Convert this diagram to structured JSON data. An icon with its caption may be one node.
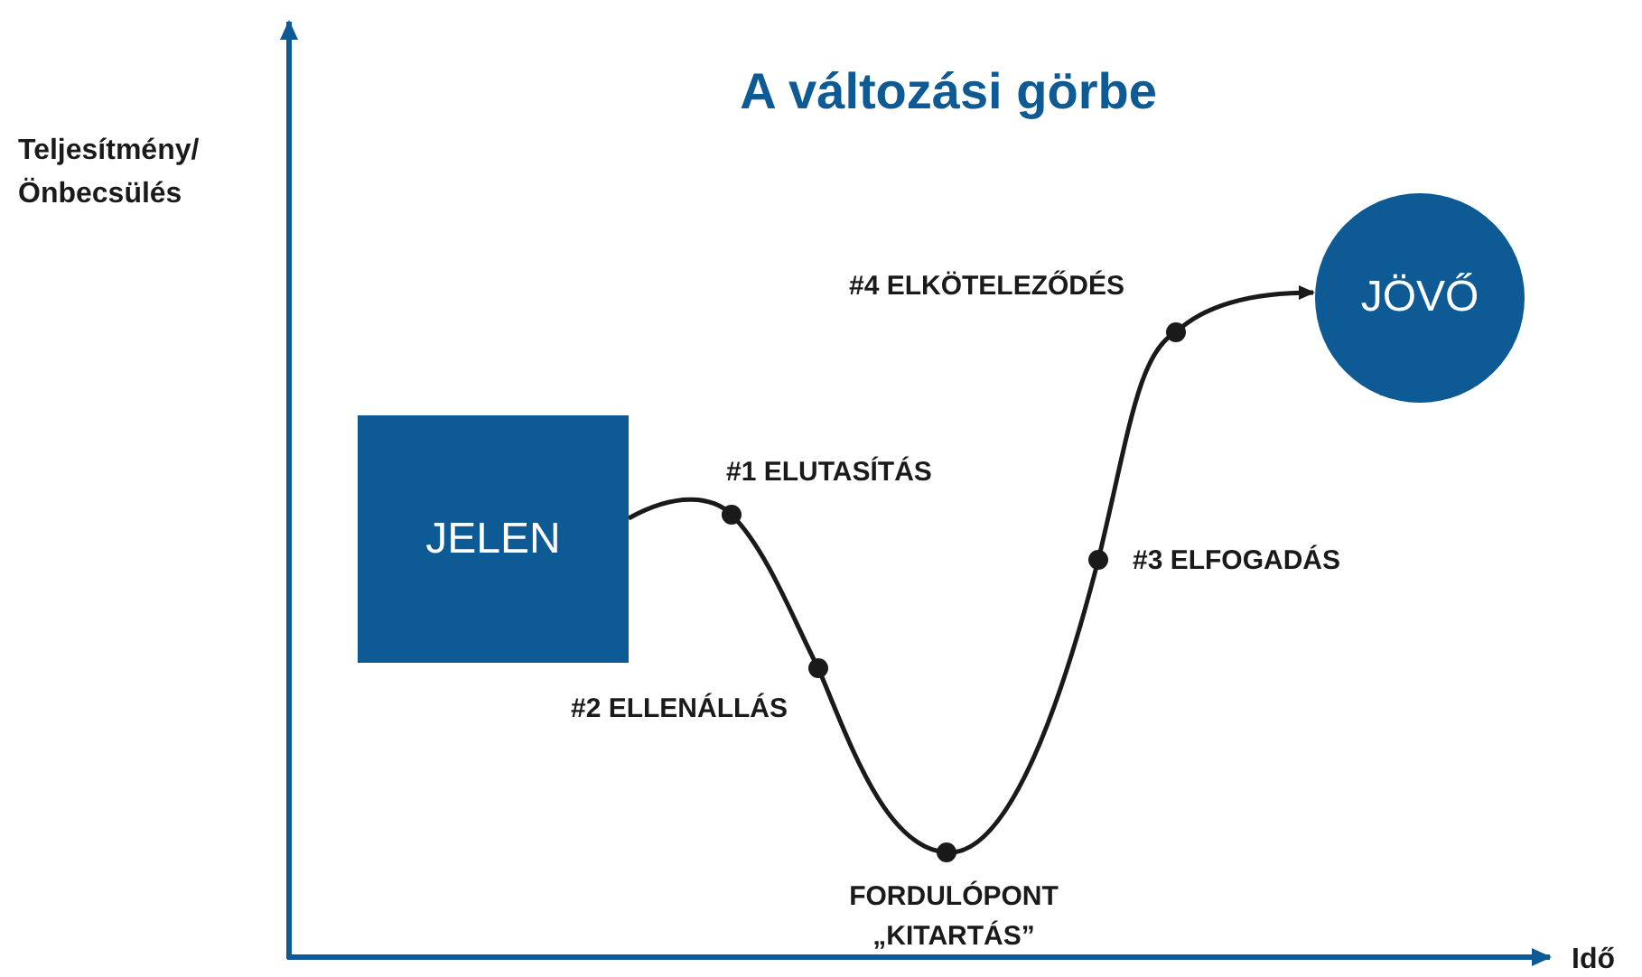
{
  "diagram": {
    "title": "A változási görbe",
    "nodes": [
      {
        "text": [
          "JELEN"
        ]
      },
      {
        "text": [
          "JÖVŐ"
        ]
      }
    ],
    "edges": [
      {
        "from": 0,
        "to": 1,
        "arrow": "to"
      }
    ],
    "labels": [
      "Teljesítmény/ Önbecsülés",
      "#4 ELKÖTELEZŐDÉS",
      "#1 ELUTASÍTÁS",
      "#3 ELFOGADÁS",
      "#2 ELLENÁLLÁS",
      "FORDULÓPONT „KITARTÁS”",
      "Idő"
    ]
  }
}
